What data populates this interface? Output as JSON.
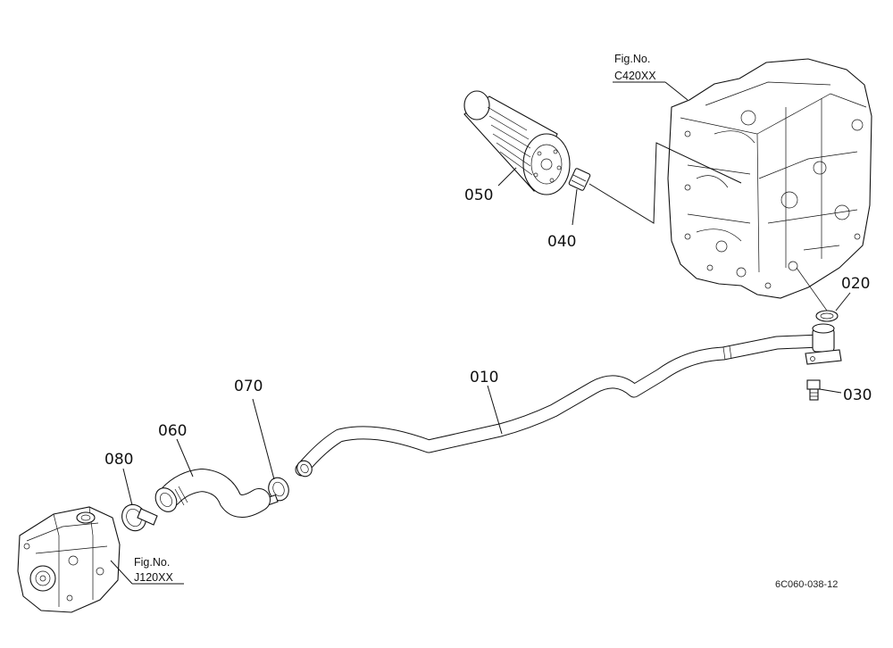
{
  "callouts": {
    "p010": "010",
    "p020": "020",
    "p030": "030",
    "p040": "040",
    "p050": "050",
    "p060": "060",
    "p070": "070",
    "p080": "080"
  },
  "fig_refs": {
    "transmission": {
      "prefix": "Fig.No.",
      "number": "C420XX"
    },
    "pump": {
      "prefix": "Fig.No.",
      "number": "J120XX"
    }
  },
  "drawing_code": "6C060-038-12"
}
